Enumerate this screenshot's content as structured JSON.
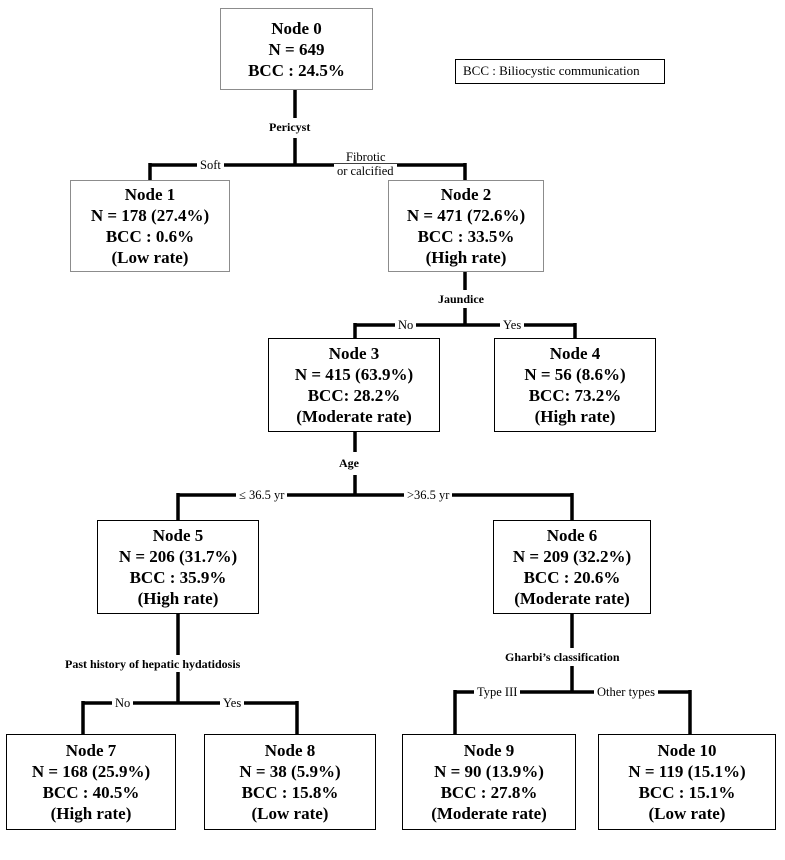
{
  "legend": "BCC : Biliocystic communication",
  "nodes": [
    {
      "id": "node0",
      "lines": [
        "Node 0",
        "N = 649",
        "BCC : 24.5%"
      ]
    },
    {
      "id": "node1",
      "lines": [
        "Node 1",
        "N = 178 (27.4%)",
        "BCC : 0.6%",
        "(Low rate)"
      ]
    },
    {
      "id": "node2",
      "lines": [
        "Node 2",
        "N = 471 (72.6%)",
        "BCC : 33.5%",
        "(High rate)"
      ]
    },
    {
      "id": "node3",
      "lines": [
        "Node 3",
        "N = 415 (63.9%)",
        "BCC: 28.2%",
        "(Moderate rate)"
      ]
    },
    {
      "id": "node4",
      "lines": [
        "Node 4",
        "N = 56 (8.6%)",
        "BCC: 73.2%",
        "(High rate)"
      ]
    },
    {
      "id": "node5",
      "lines": [
        "Node 5",
        "N = 206 (31.7%)",
        "BCC : 35.9%",
        "(High rate)"
      ]
    },
    {
      "id": "node6",
      "lines": [
        "Node 6",
        "N = 209 (32.2%)",
        "BCC : 20.6%",
        "(Moderate rate)"
      ]
    },
    {
      "id": "node7",
      "lines": [
        "Node 7",
        "N = 168 (25.9%)",
        "BCC : 40.5%",
        "(High rate)"
      ]
    },
    {
      "id": "node8",
      "lines": [
        "Node 8",
        "N = 38 (5.9%)",
        "BCC : 15.8%",
        "(Low rate)"
      ]
    },
    {
      "id": "node9",
      "lines": [
        "Node 9",
        "N = 90 (13.9%)",
        "BCC : 27.8%",
        "(Moderate rate)"
      ]
    },
    {
      "id": "node10",
      "lines": [
        "Node 10",
        "N = 119 (15.1%)",
        "BCC : 15.1%",
        "(Low rate)"
      ]
    }
  ],
  "splits": {
    "s0": "Pericyst",
    "s2": "Jaundice",
    "s3": "Age",
    "s5": "Past history of hepatic hydatidosis",
    "s6": "Gharbi’s classification"
  },
  "branches": {
    "s0_left": "Soft",
    "s0_right_1": "Fibrotic",
    "s0_right_2": "or calcified",
    "s2_left": "No",
    "s2_right": "Yes",
    "s3_left": "≤ 36.5 yr",
    "s3_right": ">36.5 yr",
    "s5_left": "No",
    "s5_right": "Yes",
    "s6_left": "Type III",
    "s6_right": "Other types"
  }
}
